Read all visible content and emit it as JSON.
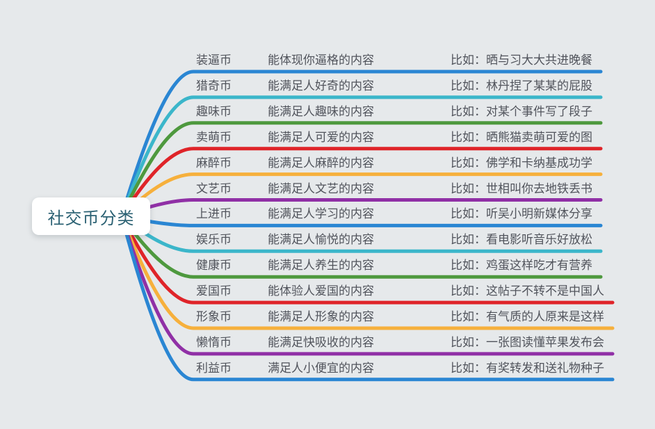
{
  "root": {
    "label": "社交币分类"
  },
  "branches": [
    {
      "name": "装逼币",
      "desc": "能体现你逼格的内容",
      "example": "比如：晒与习大大共进晚餐",
      "color": "#2a86d3"
    },
    {
      "name": "猎奇币",
      "desc": "能满足人好奇的内容",
      "example": "比如：林丹捏了某某的屁股",
      "color": "#3bb6ca"
    },
    {
      "name": "趣味币",
      "desc": "能满足人趣味的内容",
      "example": "比如：对某个事件写了段子",
      "color": "#4e993e"
    },
    {
      "name": "卖萌币",
      "desc": "能满足人可爱的内容",
      "example": "比如：晒熊猫卖萌可爱的图",
      "color": "#df2429"
    },
    {
      "name": "麻醉币",
      "desc": "能满足人麻醉的内容",
      "example": "比如：佛学和卡纳基成功学",
      "color": "#f6b03c"
    },
    {
      "name": "文艺币",
      "desc": "能满足人文艺的内容",
      "example": "比如：世相叫你去地铁丢书",
      "color": "#9030a6"
    },
    {
      "name": "上进币",
      "desc": "能满足人学习的内容",
      "example": "比如：听吴小明新媒体分享",
      "color": "#2a86d3"
    },
    {
      "name": "娱乐币",
      "desc": "能满足人愉悦的内容",
      "example": "比如：看电影听音乐好放松",
      "color": "#3bb6ca"
    },
    {
      "name": "健康币",
      "desc": "能满足人养生的内容",
      "example": "比如：鸡蛋这样吃才有营养",
      "color": "#4e993e"
    },
    {
      "name": "爱国币",
      "desc": "能体验人爱国的内容",
      "example": "比如：这帖子不转不是中国人",
      "color": "#df2429"
    },
    {
      "name": "形象币",
      "desc": "能满足人形象的内容",
      "example": "比如：有气质的人原来是这样",
      "color": "#f6b03c"
    },
    {
      "name": "懒惰币",
      "desc": "能满足快吸收的内容",
      "example": "比如：一张图读懂苹果发布会",
      "color": "#9030a6"
    },
    {
      "name": "利益币",
      "desc": "满足人小便宜的内容",
      "example": "比如：有奖转发和送礼物种子",
      "color": "#2a86d3"
    }
  ],
  "colors": {
    "background": "#e6e9eb",
    "branch_text": "#51545c",
    "root_text": "#2b6173",
    "root_background": "#ffffff",
    "palette": [
      "#2a86d3",
      "#3bb6ca",
      "#4e993e",
      "#df2429",
      "#f6b03c",
      "#9030a6"
    ]
  }
}
